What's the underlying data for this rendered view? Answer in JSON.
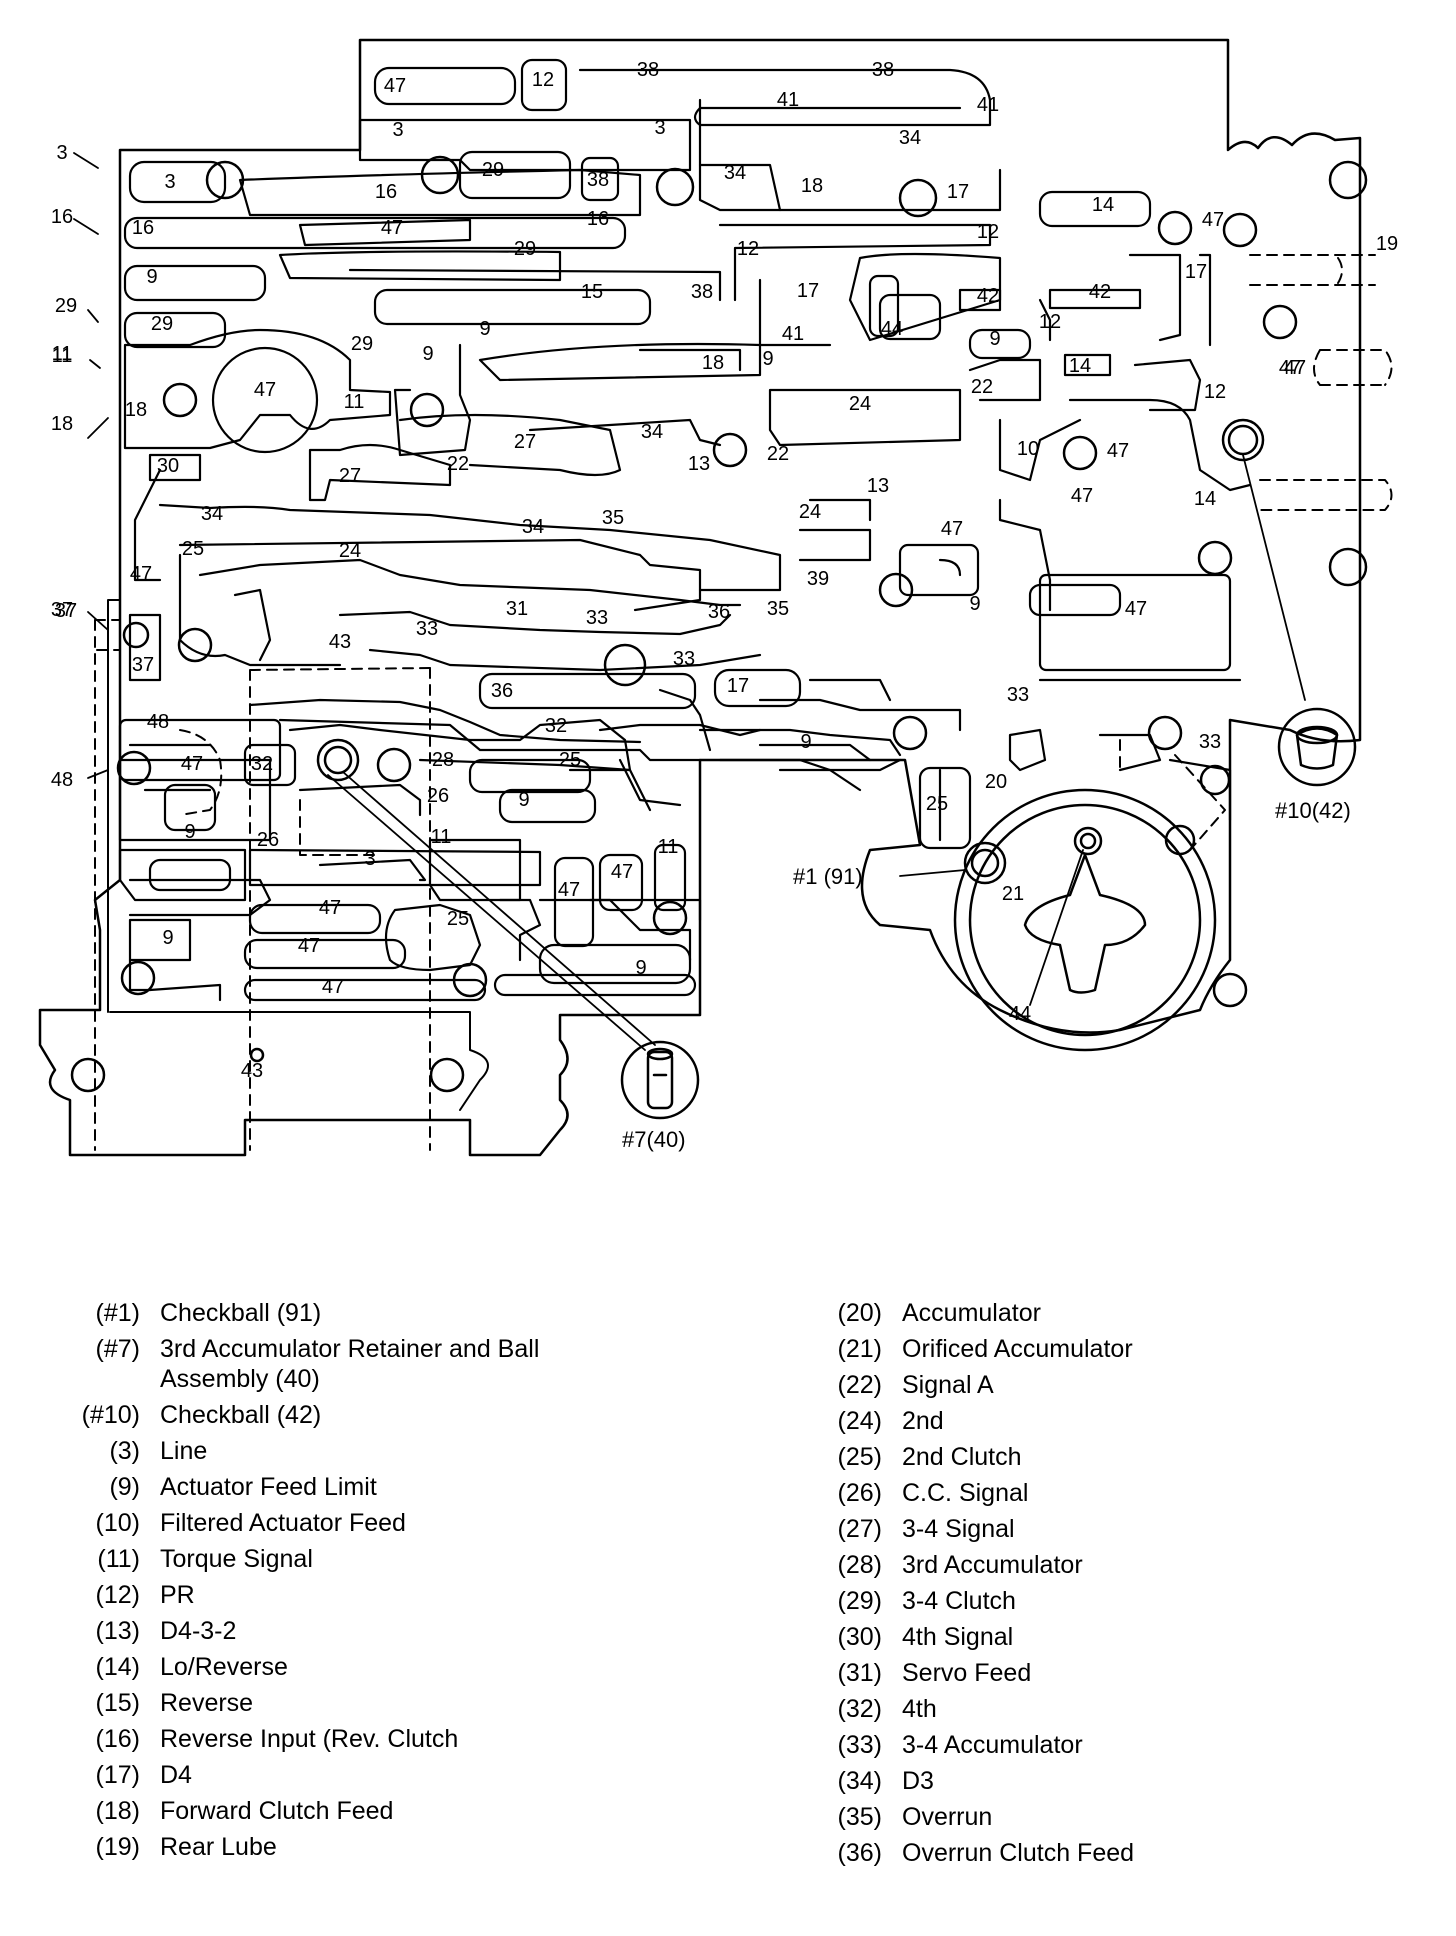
{
  "diagram": {
    "passage_labels": [
      {
        "id": "l47a",
        "text": "47"
      },
      {
        "id": "l12a",
        "text": "12"
      },
      {
        "id": "l38a",
        "text": "38"
      },
      {
        "id": "l38b",
        "text": "38"
      },
      {
        "id": "l41a",
        "text": "41"
      },
      {
        "id": "l41b",
        "text": "41"
      },
      {
        "id": "l3a",
        "text": "3"
      },
      {
        "id": "l3b",
        "text": "3"
      },
      {
        "id": "l34a",
        "text": "34"
      },
      {
        "id": "l3c",
        "text": "3"
      },
      {
        "id": "l29a",
        "text": "29"
      },
      {
        "id": "l38c",
        "text": "38"
      },
      {
        "id": "l34b",
        "text": "34"
      },
      {
        "id": "l18a",
        "text": "18"
      },
      {
        "id": "l17a",
        "text": "17"
      },
      {
        "id": "l14a",
        "text": "14"
      },
      {
        "id": "l47b",
        "text": "47"
      },
      {
        "id": "l16a",
        "text": "16"
      },
      {
        "id": "l16b",
        "text": "16"
      },
      {
        "id": "l16c",
        "text": "16"
      },
      {
        "id": "l47c",
        "text": "47"
      },
      {
        "id": "l12b",
        "text": "12"
      },
      {
        "id": "l12c",
        "text": "12"
      },
      {
        "id": "l17b",
        "text": "17"
      },
      {
        "id": "l29b",
        "text": "29"
      },
      {
        "id": "l9a",
        "text": "9"
      },
      {
        "id": "l15a",
        "text": "15"
      },
      {
        "id": "l38d",
        "text": "38"
      },
      {
        "id": "l17c",
        "text": "17"
      },
      {
        "id": "l42a",
        "text": "42"
      },
      {
        "id": "l42b",
        "text": "42"
      },
      {
        "id": "l29c",
        "text": "29"
      },
      {
        "id": "l29d",
        "text": "29"
      },
      {
        "id": "l9b",
        "text": "9"
      },
      {
        "id": "l41c",
        "text": "41"
      },
      {
        "id": "l44a",
        "text": "44"
      },
      {
        "id": "l9c",
        "text": "9"
      },
      {
        "id": "l12d",
        "text": "12"
      },
      {
        "id": "l29e",
        "text": "29"
      },
      {
        "id": "l9d",
        "text": "9"
      },
      {
        "id": "l11a",
        "text": "11"
      },
      {
        "id": "l18b",
        "text": "18"
      },
      {
        "id": "l9e",
        "text": "9"
      },
      {
        "id": "l14b",
        "text": "14"
      },
      {
        "id": "l47d",
        "text": "47"
      },
      {
        "id": "l47e",
        "text": "47"
      },
      {
        "id": "l11b",
        "text": "11"
      },
      {
        "id": "l24a",
        "text": "24"
      },
      {
        "id": "l22a",
        "text": "22"
      },
      {
        "id": "l12e",
        "text": "12"
      },
      {
        "id": "l18c",
        "text": "18"
      },
      {
        "id": "l27a",
        "text": "27"
      },
      {
        "id": "l34c",
        "text": "34"
      },
      {
        "id": "l22b",
        "text": "22"
      },
      {
        "id": "l13a",
        "text": "13"
      },
      {
        "id": "l22c",
        "text": "22"
      },
      {
        "id": "l10a",
        "text": "10"
      },
      {
        "id": "l47f",
        "text": "47"
      },
      {
        "id": "l30a",
        "text": "30"
      },
      {
        "id": "l27b",
        "text": "27"
      },
      {
        "id": "l13b",
        "text": "13"
      },
      {
        "id": "l47g",
        "text": "47"
      },
      {
        "id": "l14c",
        "text": "14"
      },
      {
        "id": "l34d",
        "text": "34"
      },
      {
        "id": "l34e",
        "text": "34"
      },
      {
        "id": "l35a",
        "text": "35"
      },
      {
        "id": "l24b",
        "text": "24"
      },
      {
        "id": "l47h",
        "text": "47"
      },
      {
        "id": "l25a",
        "text": "25"
      },
      {
        "id": "l24c",
        "text": "24"
      },
      {
        "id": "l47i",
        "text": "47"
      },
      {
        "id": "l39a",
        "text": "39"
      },
      {
        "id": "l9f",
        "text": "9"
      },
      {
        "id": "l47j",
        "text": "47"
      },
      {
        "id": "l31a",
        "text": "31"
      },
      {
        "id": "l35b",
        "text": "35"
      },
      {
        "id": "l36a",
        "text": "36"
      },
      {
        "id": "l33a",
        "text": "33"
      },
      {
        "id": "l33b",
        "text": "33"
      },
      {
        "id": "l43a",
        "text": "43"
      },
      {
        "id": "l37a",
        "text": "37"
      },
      {
        "id": "l37b",
        "text": "37"
      },
      {
        "id": "l33c",
        "text": "33"
      },
      {
        "id": "l36b",
        "text": "36"
      },
      {
        "id": "l17d",
        "text": "17"
      },
      {
        "id": "l33d",
        "text": "33"
      },
      {
        "id": "l48a",
        "text": "48"
      },
      {
        "id": "l32a",
        "text": "32"
      },
      {
        "id": "l9g",
        "text": "9"
      },
      {
        "id": "l33e",
        "text": "33"
      },
      {
        "id": "l47k",
        "text": "47"
      },
      {
        "id": "l32b",
        "text": "32"
      },
      {
        "id": "l28a",
        "text": "28"
      },
      {
        "id": "l25b",
        "text": "25"
      },
      {
        "id": "l20a",
        "text": "20"
      },
      {
        "id": "l26a",
        "text": "26"
      },
      {
        "id": "l9h",
        "text": "9"
      },
      {
        "id": "l25c",
        "text": "25"
      },
      {
        "id": "l9i",
        "text": "9"
      },
      {
        "id": "l26b",
        "text": "26"
      },
      {
        "id": "l11c",
        "text": "11"
      },
      {
        "id": "l11d",
        "text": "11"
      },
      {
        "id": "l3d",
        "text": "3"
      },
      {
        "id": "l47l",
        "text": "47"
      },
      {
        "id": "l47m",
        "text": "47"
      },
      {
        "id": "l21a",
        "text": "21"
      },
      {
        "id": "l47n",
        "text": "47"
      },
      {
        "id": "l9j",
        "text": "9"
      },
      {
        "id": "l25d",
        "text": "25"
      },
      {
        "id": "l47o",
        "text": "47"
      },
      {
        "id": "l9k",
        "text": "9"
      },
      {
        "id": "l47p",
        "text": "47"
      },
      {
        "id": "l43b",
        "text": "43"
      },
      {
        "id": "l3e",
        "text": "3"
      },
      {
        "id": "l16d",
        "text": "16"
      },
      {
        "id": "l29f",
        "text": "29"
      },
      {
        "id": "l11e",
        "text": "11"
      },
      {
        "id": "l18d",
        "text": "18"
      },
      {
        "id": "l37c",
        "text": "37"
      },
      {
        "id": "l48b",
        "text": "48"
      },
      {
        "id": "l19a",
        "text": "19"
      },
      {
        "id": "l47q",
        "text": "47"
      },
      {
        "id": "l44b",
        "text": "44"
      }
    ],
    "callouts": {
      "checkball_1": "#1 (91)",
      "checkball_7": "#7(40)",
      "checkball_10": "#10(42)"
    }
  },
  "legend": {
    "left": [
      {
        "code": "(#1)",
        "label": "Checkball (91)"
      },
      {
        "code": "(#7)",
        "label": "3rd Accumulator Retainer and Ball Assembly (40)"
      },
      {
        "code": "(#10)",
        "label": "Checkball (42)"
      },
      {
        "code": "(3)",
        "label": "Line"
      },
      {
        "code": "(9)",
        "label": "Actuator Feed Limit"
      },
      {
        "code": "(10)",
        "label": "Filtered Actuator Feed"
      },
      {
        "code": "(11)",
        "label": "Torque Signal"
      },
      {
        "code": "(12)",
        "label": "PR"
      },
      {
        "code": "(13)",
        "label": "D4-3-2"
      },
      {
        "code": "(14)",
        "label": "Lo/Reverse"
      },
      {
        "code": "(15)",
        "label": "Reverse"
      },
      {
        "code": "(16)",
        "label": "Reverse Input (Rev. Clutch"
      },
      {
        "code": "(17)",
        "label": "D4"
      },
      {
        "code": "(18)",
        "label": "Forward Clutch Feed"
      },
      {
        "code": "(19)",
        "label": "Rear Lube"
      }
    ],
    "right": [
      {
        "code": "(20)",
        "label": "Accumulator"
      },
      {
        "code": "(21)",
        "label": "Orificed Accumulator"
      },
      {
        "code": "(22)",
        "label": "Signal A"
      },
      {
        "code": "(24)",
        "label": "2nd"
      },
      {
        "code": "(25)",
        "label": "2nd Clutch"
      },
      {
        "code": "(26)",
        "label": "C.C. Signal"
      },
      {
        "code": "(27)",
        "label": "3-4 Signal"
      },
      {
        "code": "(28)",
        "label": "3rd Accumulator"
      },
      {
        "code": "(29)",
        "label": "3-4 Clutch"
      },
      {
        "code": "(30)",
        "label": "4th Signal"
      },
      {
        "code": "(31)",
        "label": "Servo Feed"
      },
      {
        "code": "(32)",
        "label": "4th"
      },
      {
        "code": "(33)",
        "label": "3-4 Accumulator"
      },
      {
        "code": "(34)",
        "label": "D3"
      },
      {
        "code": "(35)",
        "label": "Overrun"
      },
      {
        "code": "(36)",
        "label": "Overrun Clutch Feed"
      }
    ]
  }
}
